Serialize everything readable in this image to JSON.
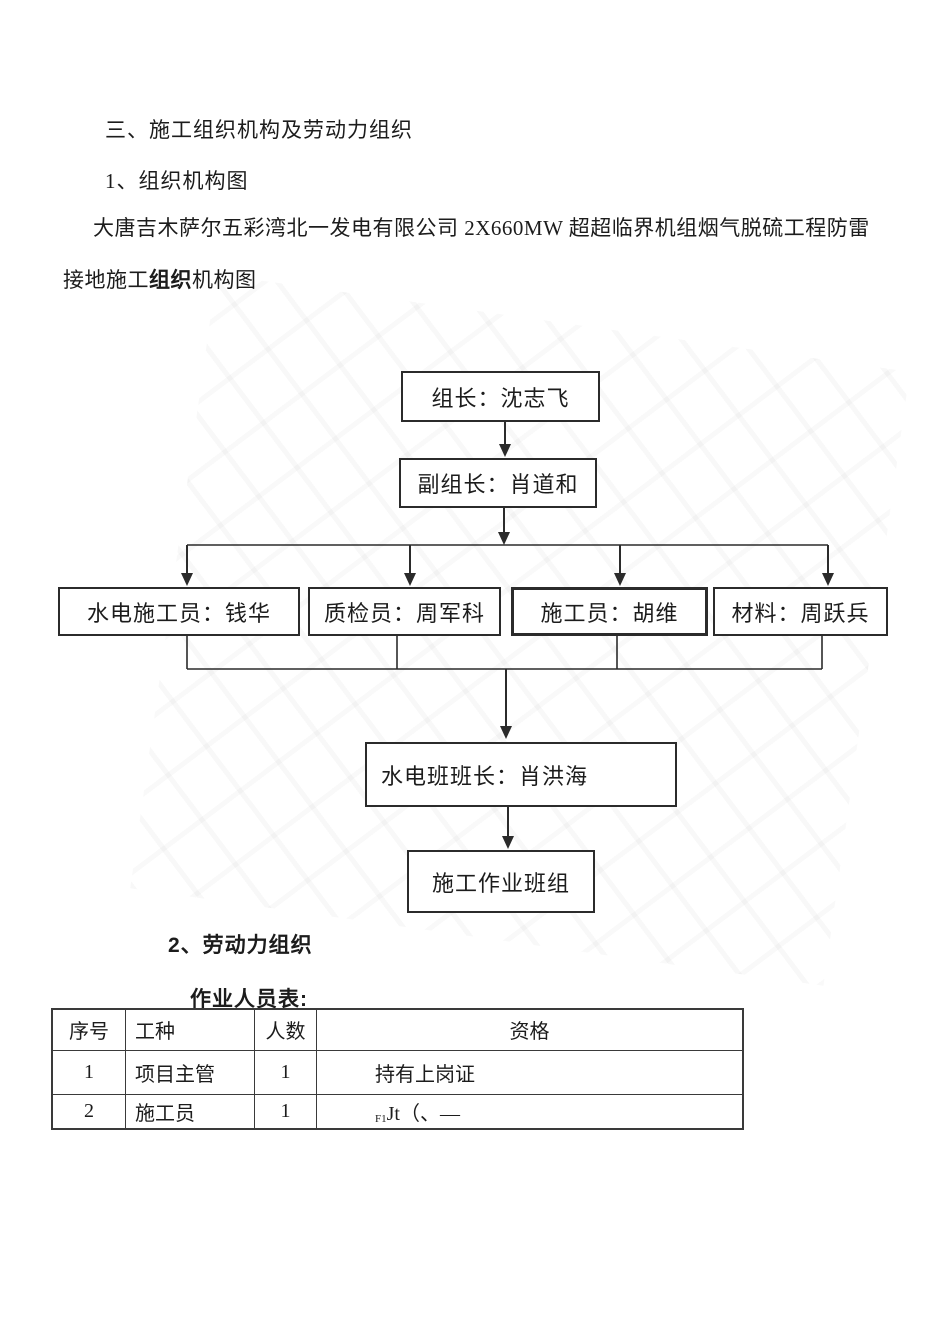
{
  "page": {
    "section_heading": "三、施工组织机构及劳动力组织",
    "sub_heading_1": "1、组织机构图",
    "paragraph": {
      "line1": "大唐吉木萨尔五彩湾北一发电有限公司 2X660MW 超超临界机组烟气脱硫工程防雷",
      "line2_pre": "接地施工",
      "line2_bold": "组织",
      "line2_post": "机构图"
    },
    "sub_heading_2": "2、劳动力组织",
    "table_caption": "作业人员表:"
  },
  "org_chart": {
    "leader": "组长：沈志飞",
    "deputy_leader": "副组长：肖道和",
    "middle_row": [
      "水电施工员：钱华",
      "质检员：周军科",
      "施工员：胡维",
      "材料：周跃兵"
    ],
    "team_leader": "水电班班长：肖洪海",
    "work_crew": "施工作业班组"
  },
  "worker_table": {
    "headers": [
      "序号",
      "工种",
      "人数",
      "资格"
    ],
    "rows": [
      {
        "no": "1",
        "trade": "项目主管",
        "count": "1",
        "qualification": "持有上岗证"
      },
      {
        "no": "2",
        "trade": "施工员",
        "count": "1",
        "qualification_small": "F1",
        "qualification": "Jt（、—"
      }
    ]
  },
  "colors": {
    "text": "#1c1c1c",
    "line": "#2b2b2b",
    "background": "#ffffff"
  }
}
